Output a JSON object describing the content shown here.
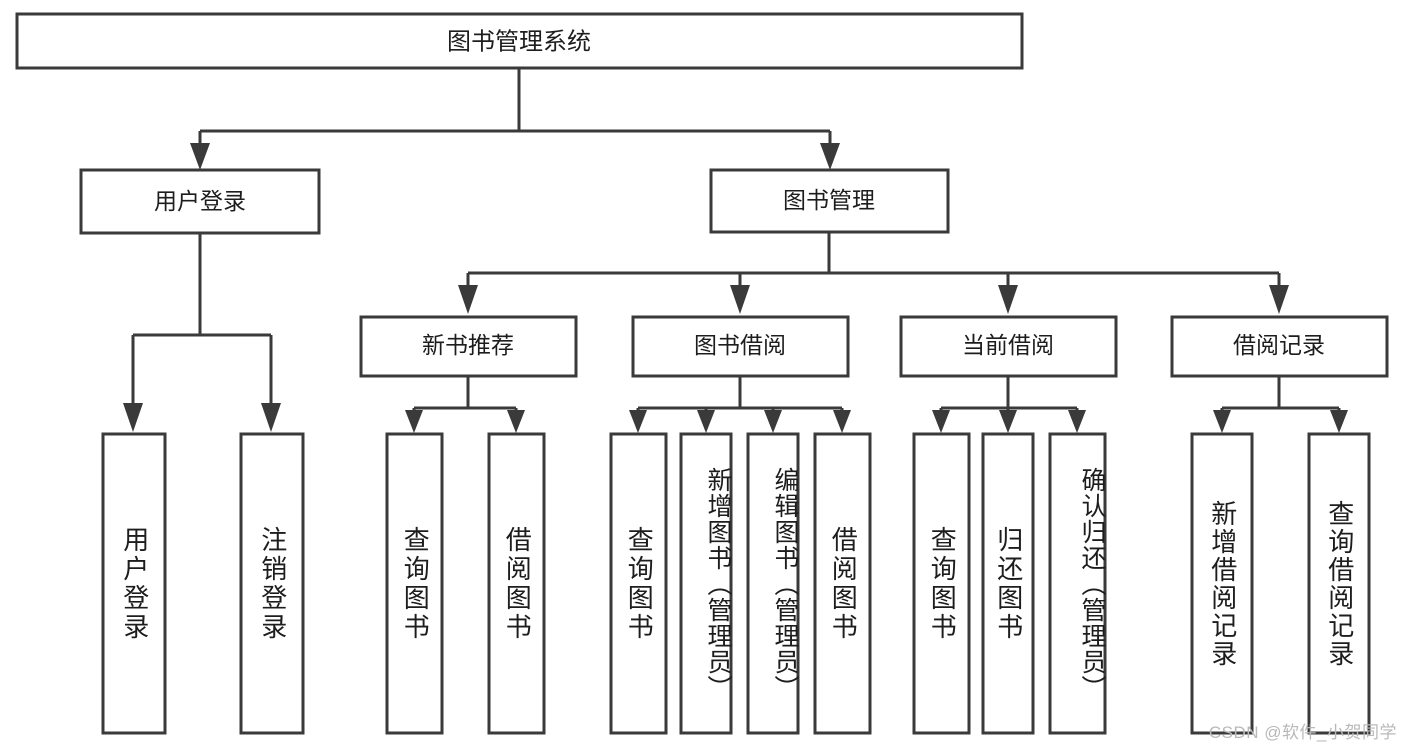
{
  "diagram": {
    "title": "图书管理系统",
    "watermark": "CSDN @软件_小贺同学",
    "colors": {
      "background": "#ffffff",
      "node_fill": "#ffffff",
      "node_stroke": "#3a3a3a",
      "connector": "#3a3a3a",
      "text": "#1d1d1d",
      "watermark": "#b9b9b9"
    },
    "root": {
      "label": "图书管理系统"
    },
    "level2": [
      {
        "label": "用户登录"
      },
      {
        "label": "图书管理"
      }
    ],
    "level3": [
      {
        "label": "新书推荐"
      },
      {
        "label": "图书借阅"
      },
      {
        "label": "当前借阅"
      },
      {
        "label": "借阅记录"
      }
    ],
    "leaves": {
      "user_login": [
        {
          "label": "用户登录"
        },
        {
          "label": "注销登录"
        }
      ],
      "new_book_recommend": [
        {
          "label": "查询图书"
        },
        {
          "label": "借阅图书"
        }
      ],
      "book_borrow": [
        {
          "label": "查询图书"
        },
        {
          "label": "新增图书（管理员）"
        },
        {
          "label": "编辑图书（管理员）"
        },
        {
          "label": "借阅图书"
        }
      ],
      "current_borrow": [
        {
          "label": "查询图书"
        },
        {
          "label": "归还图书"
        },
        {
          "label": "确认归还（管理员）"
        }
      ],
      "borrow_record": [
        {
          "label": "新增借阅记录"
        },
        {
          "label": "查询借阅记录"
        }
      ]
    }
  },
  "chart_data": {
    "type": "tree-diagram",
    "title": "图书管理系统",
    "orientation": "top-down",
    "nodes": [
      {
        "id": "root",
        "label": "图书管理系统",
        "level": 0,
        "parent": null
      },
      {
        "id": "n-user-login",
        "label": "用户登录",
        "level": 1,
        "parent": "root"
      },
      {
        "id": "n-book-mgmt",
        "label": "图书管理",
        "level": 1,
        "parent": "root"
      },
      {
        "id": "n-new-book",
        "label": "新书推荐",
        "level": 2,
        "parent": "n-book-mgmt"
      },
      {
        "id": "n-book-borrow",
        "label": "图书借阅",
        "level": 2,
        "parent": "n-book-mgmt"
      },
      {
        "id": "n-current-borrow",
        "label": "当前借阅",
        "level": 2,
        "parent": "n-book-mgmt"
      },
      {
        "id": "n-borrow-record",
        "label": "借阅记录",
        "level": 2,
        "parent": "n-book-mgmt"
      },
      {
        "id": "l1",
        "label": "用户登录",
        "level": 2,
        "parent": "n-user-login"
      },
      {
        "id": "l2",
        "label": "注销登录",
        "level": 2,
        "parent": "n-user-login"
      },
      {
        "id": "l3",
        "label": "查询图书",
        "level": 3,
        "parent": "n-new-book"
      },
      {
        "id": "l4",
        "label": "借阅图书",
        "level": 3,
        "parent": "n-new-book"
      },
      {
        "id": "l5",
        "label": "查询图书",
        "level": 3,
        "parent": "n-book-borrow"
      },
      {
        "id": "l6",
        "label": "新增图书（管理员）",
        "level": 3,
        "parent": "n-book-borrow"
      },
      {
        "id": "l7",
        "label": "编辑图书（管理员）",
        "level": 3,
        "parent": "n-book-borrow"
      },
      {
        "id": "l8",
        "label": "借阅图书",
        "level": 3,
        "parent": "n-book-borrow"
      },
      {
        "id": "l9",
        "label": "查询图书",
        "level": 3,
        "parent": "n-current-borrow"
      },
      {
        "id": "l10",
        "label": "归还图书",
        "level": 3,
        "parent": "n-current-borrow"
      },
      {
        "id": "l11",
        "label": "确认归还（管理员）",
        "level": 3,
        "parent": "n-current-borrow"
      },
      {
        "id": "l12",
        "label": "新增借阅记录",
        "level": 3,
        "parent": "n-borrow-record"
      },
      {
        "id": "l13",
        "label": "查询借阅记录",
        "level": 3,
        "parent": "n-borrow-record"
      }
    ]
  }
}
